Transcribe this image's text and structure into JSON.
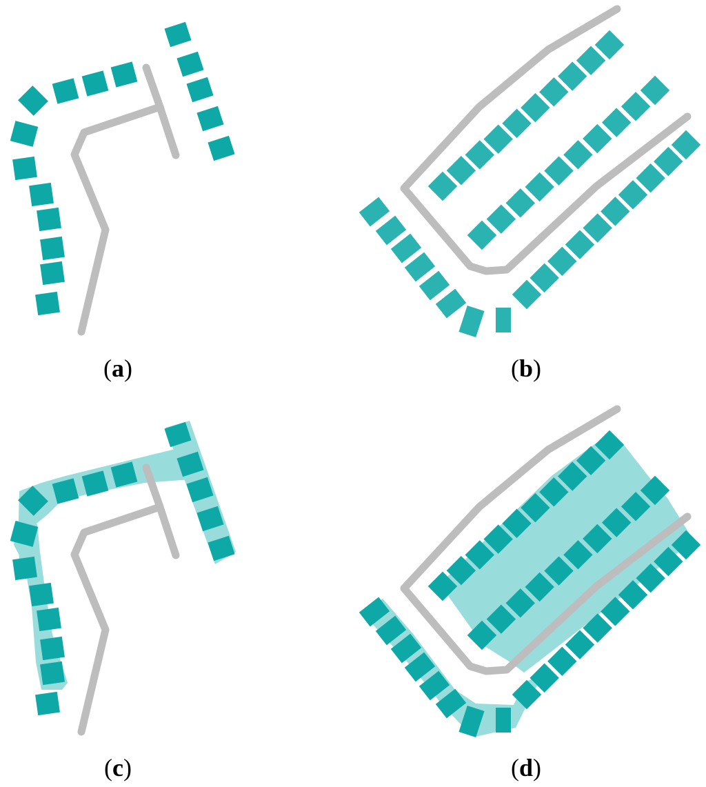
{
  "colors": {
    "building": "#0ea8a6",
    "building_light": "#2ab3b0",
    "cluster_fill": "#99dcdc",
    "road": "#bdbdbd",
    "caption": "#000000"
  },
  "panels": [
    {
      "id": "a",
      "label": "a"
    },
    {
      "id": "b",
      "label": "b"
    },
    {
      "id": "c",
      "label": "c"
    },
    {
      "id": "d",
      "label": "d"
    }
  ]
}
